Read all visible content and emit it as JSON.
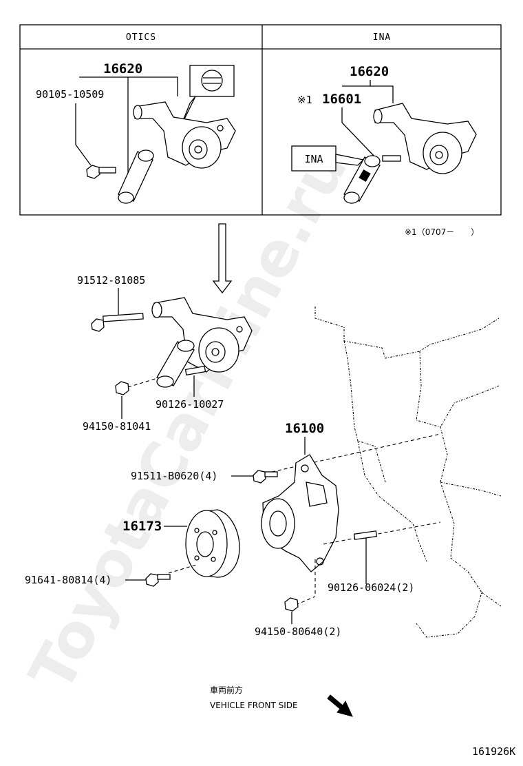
{
  "header": {
    "left_title": "OTICS",
    "right_title": "INA"
  },
  "labels": {
    "otics_assy": "16620",
    "otics_bolt": "90105-10509",
    "ina_assy": "16620",
    "ina_tensioner_mark": "※1",
    "ina_tensioner": "16601",
    "ina_tag": "INA",
    "footnote": "※1（0707－　　）",
    "bolt_long": "91512-81085",
    "stud_tensioner": "90126-10027",
    "nut_tensioner": "94150-81041",
    "water_pump": "16100",
    "pump_bolt": "91511-B0620(4)",
    "pulley": "16173",
    "pulley_bolt": "91641-80814(4)",
    "pump_stud": "90126-06024(2)",
    "pump_nut": "94150-80640(2)"
  },
  "direction": {
    "jp": "車両前方",
    "en": "VEHICLE FRONT SIDE"
  },
  "figure_id": "161926K",
  "watermark": "ToyotaCarMine.ru"
}
